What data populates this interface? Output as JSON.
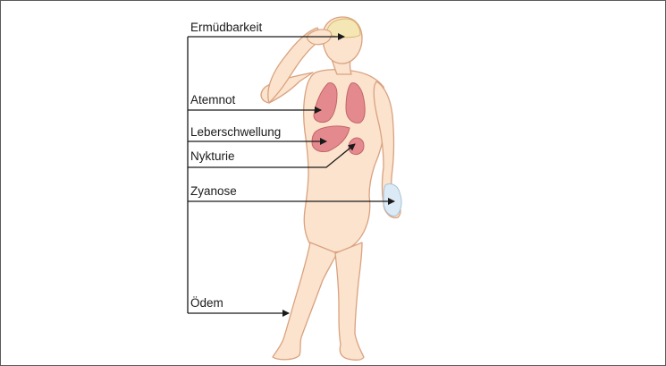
{
  "diagram": {
    "labels": [
      {
        "id": "fatigue",
        "text": "Ermüdbarkeit"
      },
      {
        "id": "dyspnea",
        "text": "Atemnot"
      },
      {
        "id": "liver",
        "text": "Leberschwellung"
      },
      {
        "id": "nocturia",
        "text": "Nykturie"
      },
      {
        "id": "cyanosis",
        "text": "Zyanose"
      },
      {
        "id": "edema",
        "text": "Ödem"
      }
    ],
    "colors": {
      "skin": "#fbe3cd",
      "skin_outline": "#d9a27f",
      "organ": "#e48a8e",
      "brain": "#f4e7b5",
      "cyanosis_hand": "#dbeaf5",
      "line": "#1a1a1a"
    }
  }
}
